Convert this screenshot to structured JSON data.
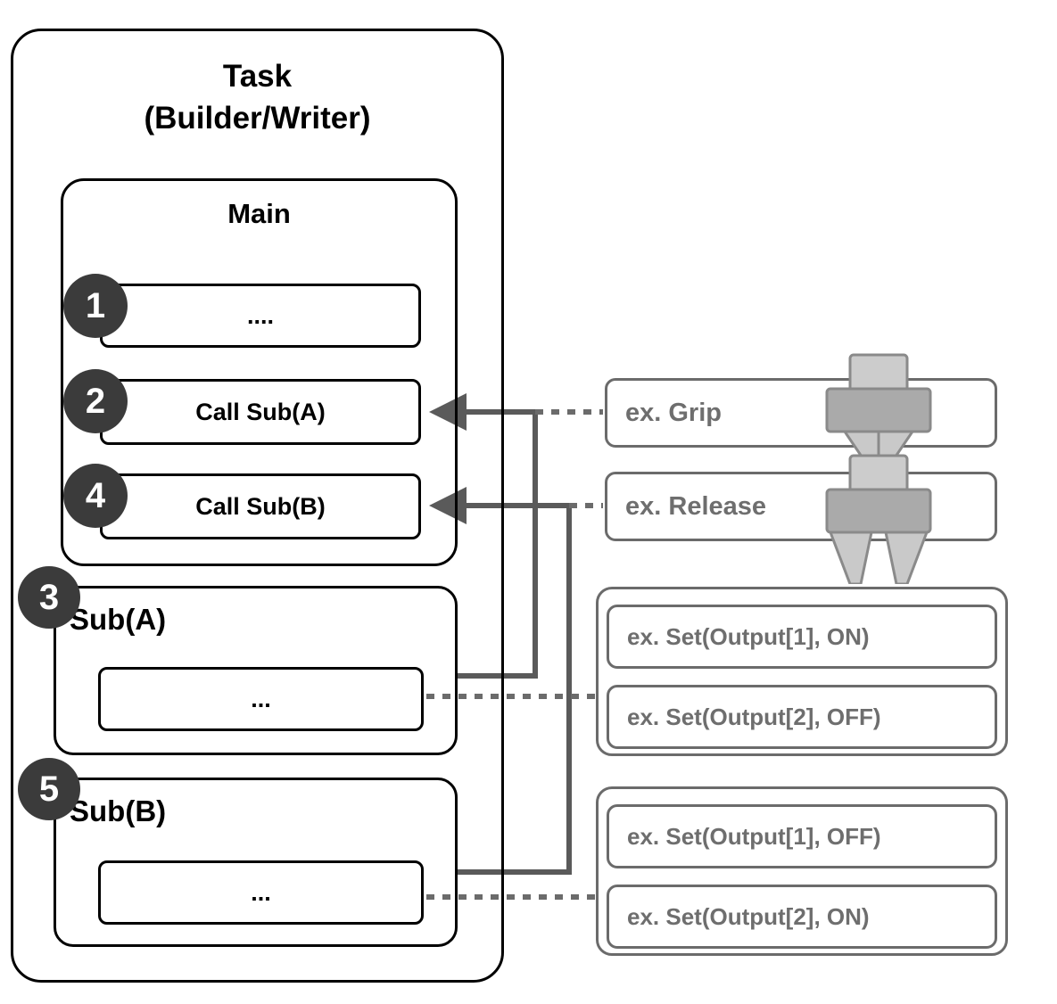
{
  "diagram": {
    "title": "Task program structure with subroutine calls and example robot commands",
    "colors": {
      "badge_fill": "#3b3b3b",
      "badge_text": "#ffffff",
      "left_outline": "#000000",
      "right_outline": "#6b6b6b",
      "right_text": "#6e6e6e",
      "connector": "#5a5a5a",
      "gripper_light": "#c9c9c9",
      "gripper_mid": "#aaaaaa",
      "gripper_stroke": "#8a8a8a"
    }
  },
  "task": {
    "title_line1": "Task",
    "title_line2": "(Builder/Writer)",
    "main": {
      "title": "Main",
      "statements": [
        {
          "badge": "1",
          "text": "...."
        },
        {
          "badge": "2",
          "text": "Call Sub(A)"
        },
        {
          "badge": "4",
          "text": "Call Sub(B)"
        }
      ]
    },
    "subroutines": [
      {
        "badge": "3",
        "label": "Sub(A)",
        "body_text": "..."
      },
      {
        "badge": "5",
        "label": "Sub(B)",
        "body_text": "..."
      }
    ]
  },
  "examples": {
    "single": [
      {
        "label": "ex. Grip",
        "icon": "gripper-closed-icon"
      },
      {
        "label": "ex. Release",
        "icon": "gripper-open-icon"
      }
    ],
    "group_a": {
      "items": [
        "ex. Set(Output[1], ON)",
        "ex. Set(Output[2], OFF)"
      ]
    },
    "group_b": {
      "items": [
        "ex. Set(Output[1], OFF)",
        "ex. Set(Output[2], ON)"
      ]
    }
  }
}
